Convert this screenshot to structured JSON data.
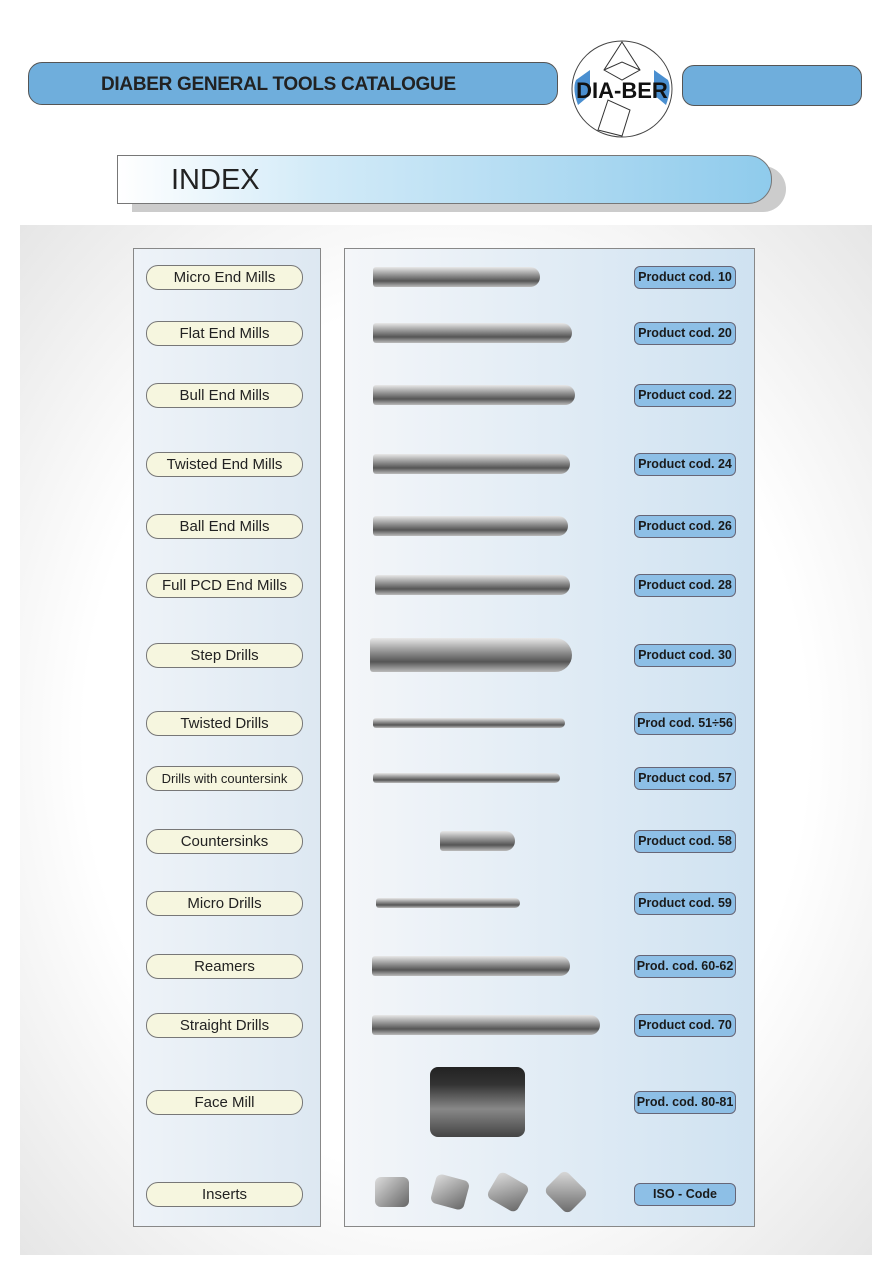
{
  "header": {
    "title": "DIABER GENERAL TOOLS CATALOGUE",
    "logo_text": "DIA-BER"
  },
  "index_title": "INDEX",
  "items": [
    {
      "label": "Micro End Mills",
      "code": "Product cod. 10"
    },
    {
      "label": "Flat End Mills",
      "code": "Product cod. 20"
    },
    {
      "label": "Bull End Mills",
      "code": "Product cod. 22"
    },
    {
      "label": "Twisted End Mills",
      "code": "Product cod. 24"
    },
    {
      "label": "Ball End Mills",
      "code": "Product cod. 26"
    },
    {
      "label": "Full PCD End Mills",
      "code": "Product cod. 28"
    },
    {
      "label": "Step Drills",
      "code": "Product cod. 30"
    },
    {
      "label": "Twisted Drills",
      "code": "Prod cod. 51÷56"
    },
    {
      "label": "Drills with countersink",
      "code": "Product cod. 57"
    },
    {
      "label": "Countersinks",
      "code": "Product cod. 58"
    },
    {
      "label": "Micro Drills",
      "code": "Product cod. 59"
    },
    {
      "label": "Reamers",
      "code": "Prod. cod. 60-62"
    },
    {
      "label": "Straight Drills",
      "code": "Product cod. 70"
    },
    {
      "label": "Face Mill",
      "code": "Prod. cod. 80-81"
    },
    {
      "label": "Inserts",
      "code": "ISO - Code"
    }
  ]
}
